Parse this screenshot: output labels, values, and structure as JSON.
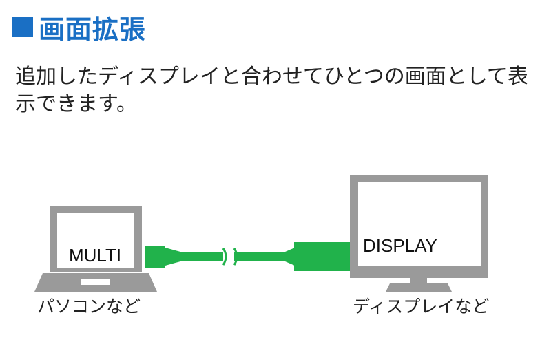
{
  "section": {
    "title": "画面拡張",
    "description": "追加したディスプレイと合わせてひとつの画面として表示できます。"
  },
  "diagram": {
    "laptop_screen_text": "MULTI",
    "monitor_screen_text": "DISPLAY",
    "laptop_caption": "パソコンなど",
    "monitor_caption": "ディスプレイなど",
    "cable_color": "#21b24b",
    "device_color": "#9a9a9a"
  }
}
